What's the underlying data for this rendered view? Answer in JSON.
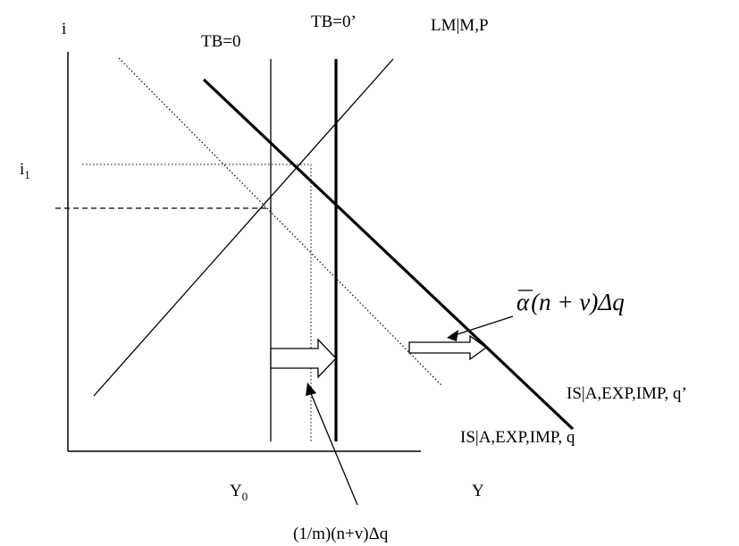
{
  "labels": {
    "i_axis": "i",
    "y_axis": "Y",
    "i1_base": "i",
    "i1_sub": "1",
    "y0_base": "Y",
    "y0_sub": "0",
    "tb0": "TB=0",
    "tb0_prime": "TB=0’",
    "lm": "LM|M,P",
    "is_q_prime": "IS|A,EXP,IMP, q’",
    "is_q": "IS|A,EXP,IMP, q",
    "shift_tb": "(1/m)(n+v)Δq",
    "shift_is_bar": "α",
    "shift_is_rest": "(n + v)Δq"
  },
  "colors": {
    "ink": "#000000",
    "arrow_fill": "#ffffff"
  },
  "icons": {
    "tb_shift_arrow": "hollow-right-arrow",
    "is_shift_arrow": "hollow-right-arrow"
  }
}
